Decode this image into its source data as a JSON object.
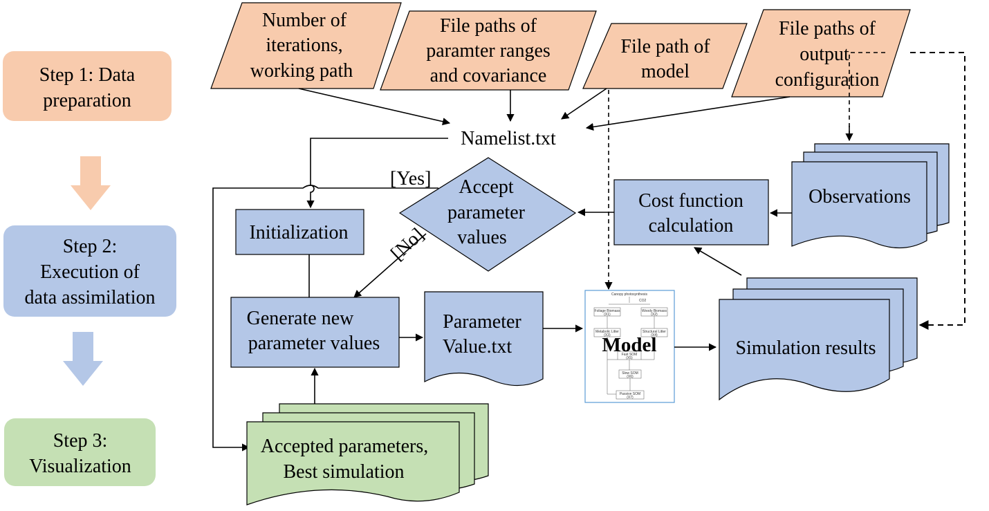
{
  "steps": [
    {
      "lines": [
        "Step 1: Data",
        "preparation"
      ],
      "color": "#f8cbad"
    },
    {
      "lines": [
        "Step 2:",
        "Execution of",
        "data assimilation"
      ],
      "color": "#b4c7e7"
    },
    {
      "lines": [
        "Step 3:",
        "Visualization"
      ],
      "color": "#c5e0b4"
    }
  ],
  "inputs": [
    [
      "Number of",
      "iterations,",
      "working path"
    ],
    [
      "File paths of",
      "paramter ranges",
      "and covariance"
    ],
    [
      "File path of",
      "model"
    ],
    [
      "File paths of",
      "output",
      "configuration"
    ]
  ],
  "namelist": "Namelist.txt",
  "initialization": "Initialization",
  "decision": [
    "Accept",
    "parameter",
    "values"
  ],
  "yes_label": "[Yes]",
  "no_label": "[No]",
  "cost_function": [
    "Cost function",
    "calculation"
  ],
  "observations": "Observations",
  "generate": [
    "Generate new",
    "parameter values"
  ],
  "param_value": [
    "Parameter",
    "Value.txt"
  ],
  "model_label": "Model",
  "model_thumb": {
    "title": "Canopy photosynthesis",
    "co2": "CO2",
    "boxes": [
      [
        "Foliage Biomass",
        "(X1)"
      ],
      [
        "Woody Biomass",
        "(X2)"
      ],
      [
        "Metabolic Litter",
        "(X3)"
      ],
      [
        "Structural Litter",
        "(X4)"
      ],
      [
        "Fast SOM",
        "(X5)"
      ],
      [
        "Slow SOM",
        "(X6)"
      ],
      [
        "Passive SOM",
        "(X7)"
      ]
    ]
  },
  "simulation": "Simulation results",
  "accepted": [
    "Accepted parameters,",
    "Best simulation"
  ],
  "colors": {
    "orange": "#f8cbad",
    "blue": "#b4c7e7",
    "green": "#c5e0b4",
    "arrow_orange": "#f8cbad",
    "arrow_blue": "#b4c7e7",
    "stroke": "#000000"
  }
}
